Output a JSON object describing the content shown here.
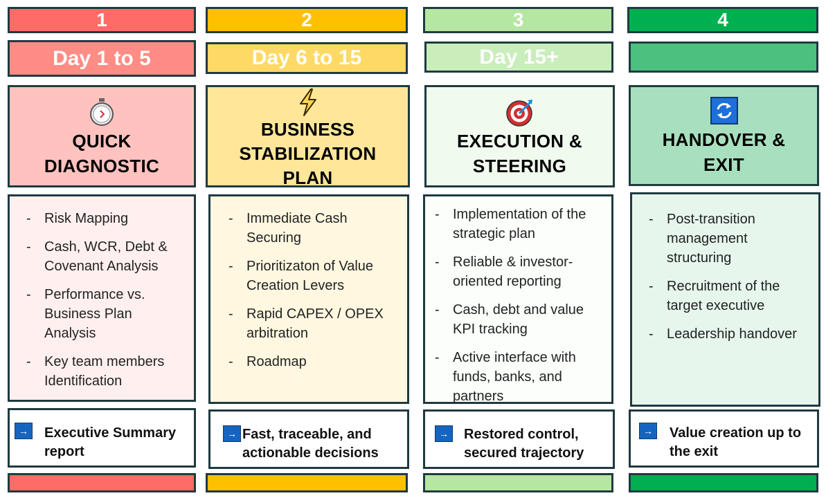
{
  "colors": {
    "border": "#1f3a40",
    "phase1": "#ff6b66",
    "phase2": "#ffc000",
    "phase3": "#b5e6a2",
    "phase4": "#00b050",
    "arrow": "#1565c0"
  },
  "phases": [
    {
      "number": "1",
      "days": "Day 1 to 5",
      "icon": "stopwatch-icon",
      "title_lines": [
        "QUICK",
        "DIAGNOSTIC"
      ],
      "items": [
        "Risk Mapping",
        "Cash, WCR, Debt & Covenant Analysis",
        "Performance vs. Business Plan Analysis",
        "Key team members Identification"
      ],
      "outcome": "Executive Summary report"
    },
    {
      "number": "2",
      "days": "Day 6 to 15",
      "icon": "lightning-icon",
      "title_lines": [
        "BUSINESS",
        "STABILIZATION",
        "PLAN"
      ],
      "items": [
        "Immediate Cash Securing",
        "Prioritizaton of Value Creation Levers",
        "Rapid CAPEX / OPEX arbitration",
        "Roadmap"
      ],
      "outcome": "Fast, traceable, and actionable decisions"
    },
    {
      "number": "3",
      "days": "Day 15+",
      "icon": "target-icon",
      "title_lines": [
        "EXECUTION &",
        "STEERING"
      ],
      "items": [
        "Implementation of the strategic plan",
        "Reliable & investor-oriented reporting",
        "Cash, debt and value KPI tracking",
        "Active interface with funds, banks, and partners"
      ],
      "outcome": "Restored control, secured trajectory"
    },
    {
      "number": "4",
      "days": "",
      "icon": "repeat-icon",
      "title_lines": [
        "HANDOVER &",
        "EXIT"
      ],
      "items": [
        "Post-transition management structuring",
        "Recruitment of the target executive",
        "Leadership handover"
      ],
      "outcome": "Value creation up to the exit"
    }
  ]
}
